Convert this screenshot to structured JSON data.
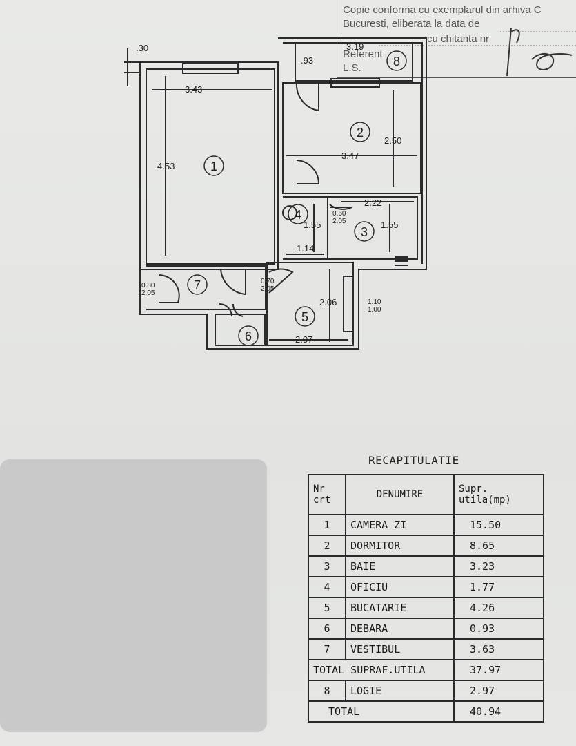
{
  "stamp": {
    "line1": "Copie conforma cu exemplarul din arhiva C",
    "line2": "Bucuresti, eliberata la data de",
    "line3": "cu chitanta nr",
    "line4": "Referent",
    "line5": "L.S."
  },
  "plan": {
    "dims": {
      "d030": ".30",
      "d343": "3.43",
      "d093": ".93",
      "d319": "3.19",
      "d347": "3.47",
      "d250": "2.50",
      "d453": "4.53",
      "d222": "2.22",
      "d155a": "1.55",
      "d155b": "1.55",
      "d114": "1.14",
      "d206": "2.06",
      "d207": "2.07",
      "door060": "0.60",
      "door205a": "2.05",
      "door070": "0.70",
      "door205b": "2.05",
      "door080": "0.80",
      "door205c": "2.05",
      "win110": "1.10",
      "win100": "1.00"
    },
    "rooms": [
      "1",
      "2",
      "3",
      "4",
      "5",
      "6",
      "7",
      "8"
    ]
  },
  "recap": {
    "title": "RECAPITULATIE",
    "headers": {
      "nr": "Nr crt",
      "name": "DENUMIRE",
      "area": "Supr. utila(mp)"
    },
    "rows": [
      {
        "nr": "1",
        "name": "CAMERA ZI",
        "area": "15.50"
      },
      {
        "nr": "2",
        "name": "DORMITOR",
        "area": "8.65"
      },
      {
        "nr": "3",
        "name": "BAIE",
        "area": "3.23"
      },
      {
        "nr": "4",
        "name": "OFICIU",
        "area": "1.77"
      },
      {
        "nr": "5",
        "name": "BUCATARIE",
        "area": "4.26"
      },
      {
        "nr": "6",
        "name": "DEBARA",
        "area": "0.93"
      },
      {
        "nr": "7",
        "name": "VESTIBUL",
        "area": "3.63"
      }
    ],
    "subtotal": {
      "label": "TOTAL SUPRAF.UTILA",
      "area": "37.97"
    },
    "logia": {
      "nr": "8",
      "name": "LOGIE",
      "area": "2.97"
    },
    "total": {
      "label": "TOTAL",
      "area": "40.94"
    }
  }
}
